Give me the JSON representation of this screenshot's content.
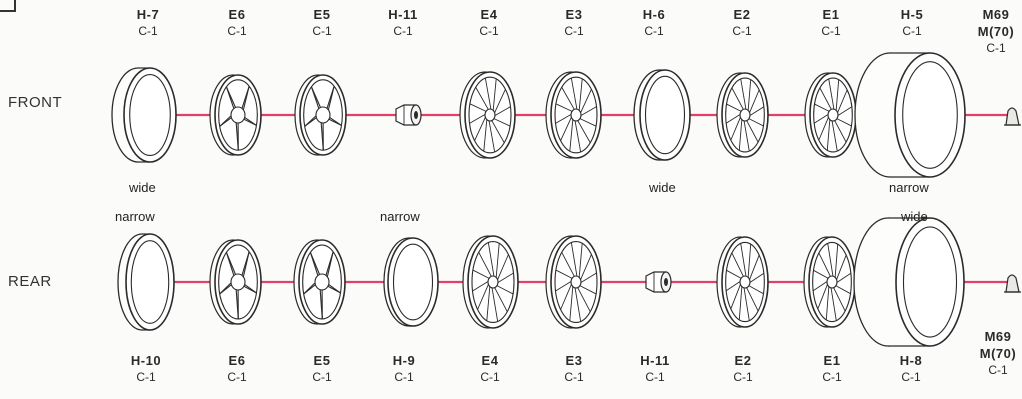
{
  "row_labels": {
    "front": "FRONT",
    "rear": "REAR"
  },
  "front": {
    "labels": [
      {
        "code": "H-7",
        "sub": "C-1"
      },
      {
        "code": "E6",
        "sub": "C-1"
      },
      {
        "code": "E5",
        "sub": "C-1"
      },
      {
        "code": "H-11",
        "sub": "C-1"
      },
      {
        "code": "E4",
        "sub": "C-1"
      },
      {
        "code": "E3",
        "sub": "C-1"
      },
      {
        "code": "H-6",
        "sub": "C-1"
      },
      {
        "code": "E2",
        "sub": "C-1"
      },
      {
        "code": "E1",
        "sub": "C-1"
      },
      {
        "code": "H-5",
        "sub": "C-1"
      }
    ],
    "end_label": {
      "line1": "M69",
      "line2": "M(70)",
      "line3": "C-1"
    },
    "notes": [
      {
        "text": "wide",
        "ref": "H-7"
      },
      {
        "text": "wide",
        "ref": "H-6"
      },
      {
        "text": "narrow",
        "ref": "H-5"
      }
    ]
  },
  "rear": {
    "labels": [
      {
        "code": "H-10",
        "sub": "C-1"
      },
      {
        "code": "E6",
        "sub": "C-1"
      },
      {
        "code": "E5",
        "sub": "C-1"
      },
      {
        "code": "H-9",
        "sub": "C-1"
      },
      {
        "code": "E4",
        "sub": "C-1"
      },
      {
        "code": "E3",
        "sub": "C-1"
      },
      {
        "code": "H-11",
        "sub": "C-1"
      },
      {
        "code": "E2",
        "sub": "C-1"
      },
      {
        "code": "E1",
        "sub": "C-1"
      },
      {
        "code": "H-8",
        "sub": "C-1"
      }
    ],
    "end_label": {
      "line1": "M69",
      "line2": "M(70)",
      "line3": "C-1"
    },
    "notes": [
      {
        "text": "narrow",
        "ref": "H-10"
      },
      {
        "text": "narrow",
        "ref": "H-9"
      },
      {
        "text": "wide",
        "ref": "H-8"
      }
    ]
  },
  "axle_color": "#e0406a",
  "line_color": "#2b2b2b"
}
